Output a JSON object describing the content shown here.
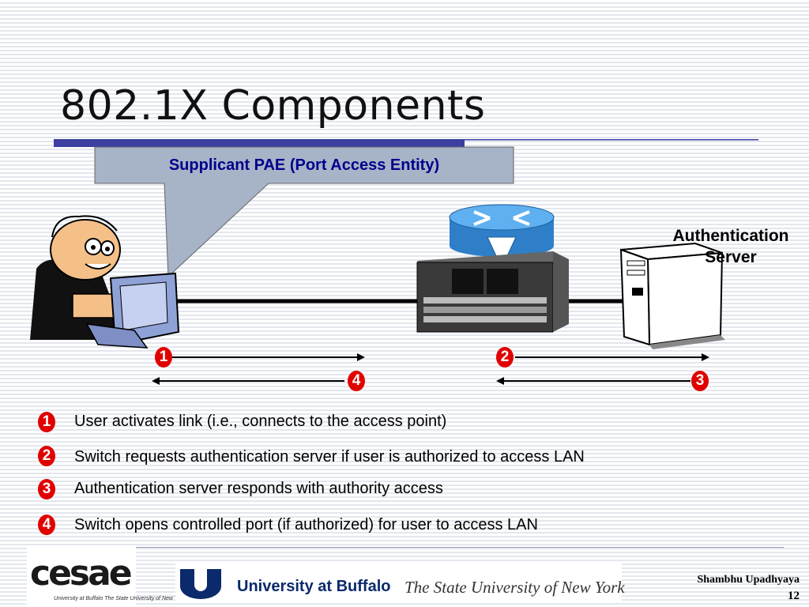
{
  "slide": {
    "title": "802.1X Components",
    "callout": "Supplicant PAE (Port Access Entity)",
    "server_label_line1": "Authentication",
    "server_label_line2": "Server"
  },
  "diagram_badges": [
    "1",
    "2",
    "4",
    "3"
  ],
  "steps": [
    {
      "number": "1",
      "text": "User activates link (i.e., connects to the access point)"
    },
    {
      "number": "2",
      "text": "Switch requests authentication server if user is authorized to access LAN"
    },
    {
      "number": "3",
      "text": "Authentication server responds with authority access"
    },
    {
      "number": "4",
      "text": "Switch opens controlled port (if authorized) for user to access LAN"
    }
  ],
  "footer": {
    "author": "Shambhu Upadhyaya",
    "slide_number": "12",
    "university": "University at Buffalo",
    "university_sub": "The State University of New York",
    "cesae_word": "cesae",
    "cesae_sub": "University at Buffalo The State University of New York"
  },
  "colors": {
    "title_rule": "#3b3fa0",
    "callout_fill": "#a7b3c7",
    "callout_text": "#00008b",
    "badge": "#e00000",
    "ub_blue": "#0b2a6b"
  },
  "icons": [
    "user-at-computer-icon",
    "router-icon",
    "switch-chassis-icon",
    "server-tower-icon"
  ]
}
